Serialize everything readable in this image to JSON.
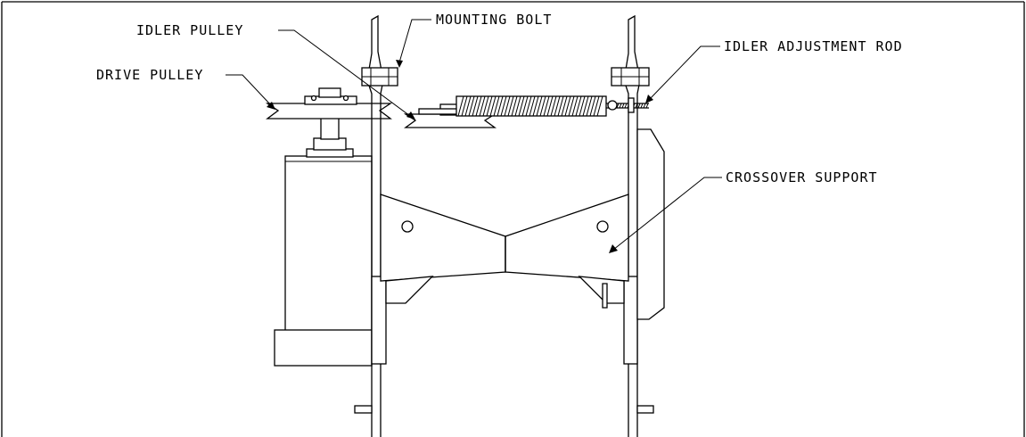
{
  "labels": {
    "mounting_bolt": "MOUNTING BOLT",
    "idler_pulley": "IDLER PULLEY",
    "idler_adjustment_rod": "IDLER ADJUSTMENT ROD",
    "drive_pulley": "DRIVE PULLEY",
    "crossover_support": "CROSSOVER SUPPORT"
  }
}
